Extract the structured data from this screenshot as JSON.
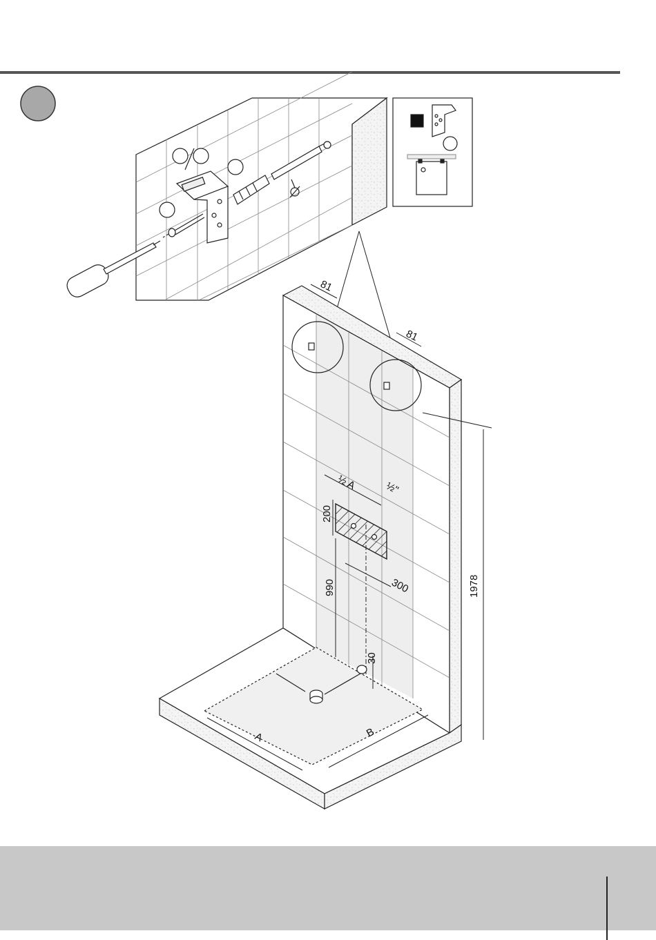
{
  "step_marker": {
    "fill": "#a8a8a8"
  },
  "dimensions": {
    "left_bracket_offset": "81",
    "right_bracket_offset": "81",
    "half_a": "½ A",
    "half_inch": "½\"",
    "recess_height": "200",
    "recess_width": "300",
    "recess_base_height": "990",
    "pipe_height": "30",
    "total_height": "1978",
    "width_a": "A",
    "width_b": "B"
  },
  "colors": {
    "line": "#222222",
    "wall_fill": "#efefef",
    "footer": "#c8c8c8"
  },
  "icons": [
    "screwdriver-icon",
    "wall-bracket-icon",
    "wall-plug-icon",
    "drill-bit-icon",
    "screw-icon",
    "diameter-symbol-icon"
  ]
}
